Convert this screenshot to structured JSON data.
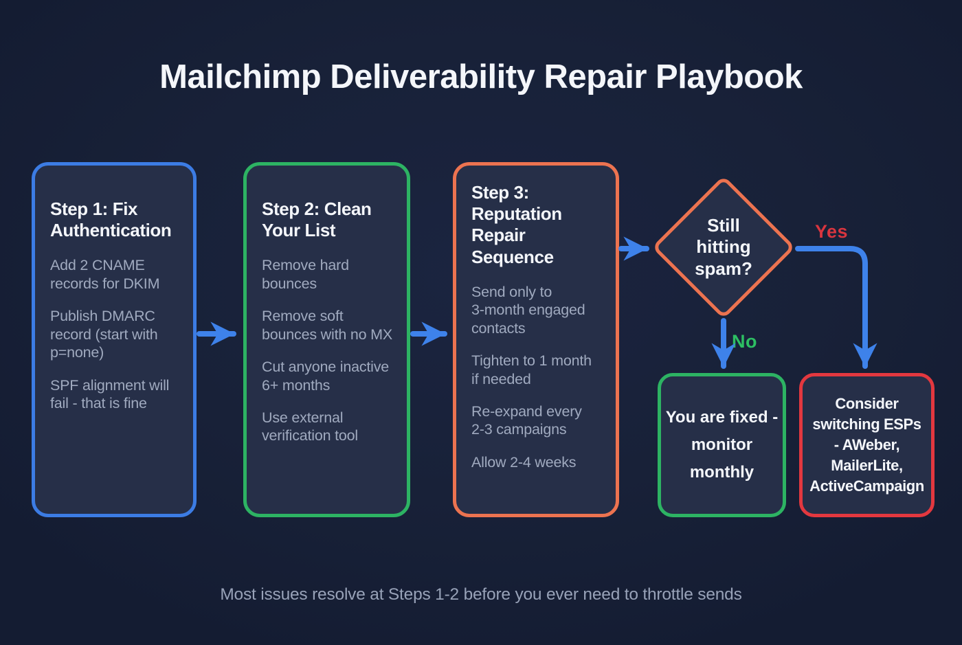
{
  "title": "Mailchimp Deliverability Repair Playbook",
  "footer": "Most issues resolve at Steps 1-2 before you ever need to throttle sends",
  "colors": {
    "background": "#182138",
    "node_fill": "#262f48",
    "step1_border_blue": "#3c7ce4",
    "step2_border_green": "#2db363",
    "step3_border_orange": "#ec7350",
    "decision_border_orange": "#ec7350",
    "fixed_border_green": "#2db363",
    "switch_border_red": "#e3383f",
    "arrow_blue": "#3e82ea",
    "yes_label_red": "#d9353f",
    "no_label_green": "#2dbf63",
    "heading_text": "#f4f6fa",
    "body_text": "#a0aabf",
    "footer_text": "#98a2b8"
  },
  "flow": {
    "steps": [
      {
        "title": "Step 1: Fix\nAuthentication",
        "items": [
          "Add 2 CNAME\nrecords for DKIM",
          "Publish DMARC\nrecord (start with\np=none)",
          "SPF alignment will\nfail - that is fine"
        ]
      },
      {
        "title": "Step 2: Clean\nYour List",
        "items": [
          "Remove hard\nbounces",
          "Remove soft\nbounces with no MX",
          "Cut anyone inactive\n6+ months",
          "Use external\nverification tool"
        ]
      },
      {
        "title": "Step 3:\nReputation\nRepair\nSequence",
        "items": [
          "Send only to\n3-month engaged\ncontacts",
          "Tighten to 1 month\nif needed",
          "Re-expand every\n2-3 campaigns",
          "Allow 2-4 weeks"
        ]
      }
    ],
    "decision": {
      "question": "Still\nhitting\nspam?",
      "yes_label": "Yes",
      "no_label": "No"
    },
    "outcomes": {
      "no_branch": {
        "text": "You are fixed -\nmonitor\nmonthly"
      },
      "yes_branch": {
        "text": "Consider\nswitching ESPs\n- AWeber,\nMailerLite,\nActiveCampaign"
      }
    }
  }
}
